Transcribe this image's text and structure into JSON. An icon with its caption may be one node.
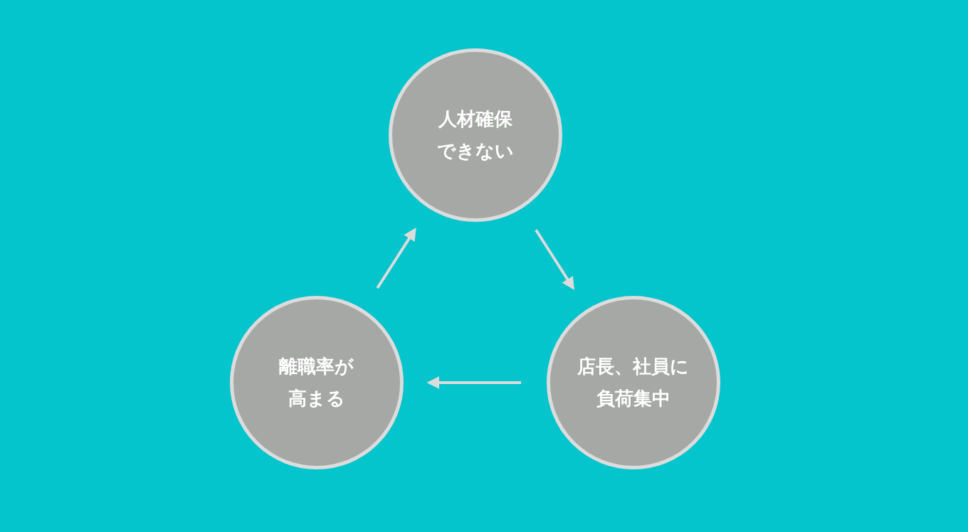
{
  "diagram": {
    "nodes": [
      {
        "text": [
          "人材確保できない"
        ]
      },
      {
        "text": [
          "離職率が高まる"
        ]
      },
      {
        "text": [
          "店長、社員に負荷集中"
        ]
      }
    ],
    "edges": [
      {
        "from": 0,
        "to": 2,
        "arrow": "to"
      },
      {
        "from": 2,
        "to": 1,
        "arrow": "to"
      },
      {
        "from": 1,
        "to": 0,
        "arrow": "to"
      }
    ]
  }
}
